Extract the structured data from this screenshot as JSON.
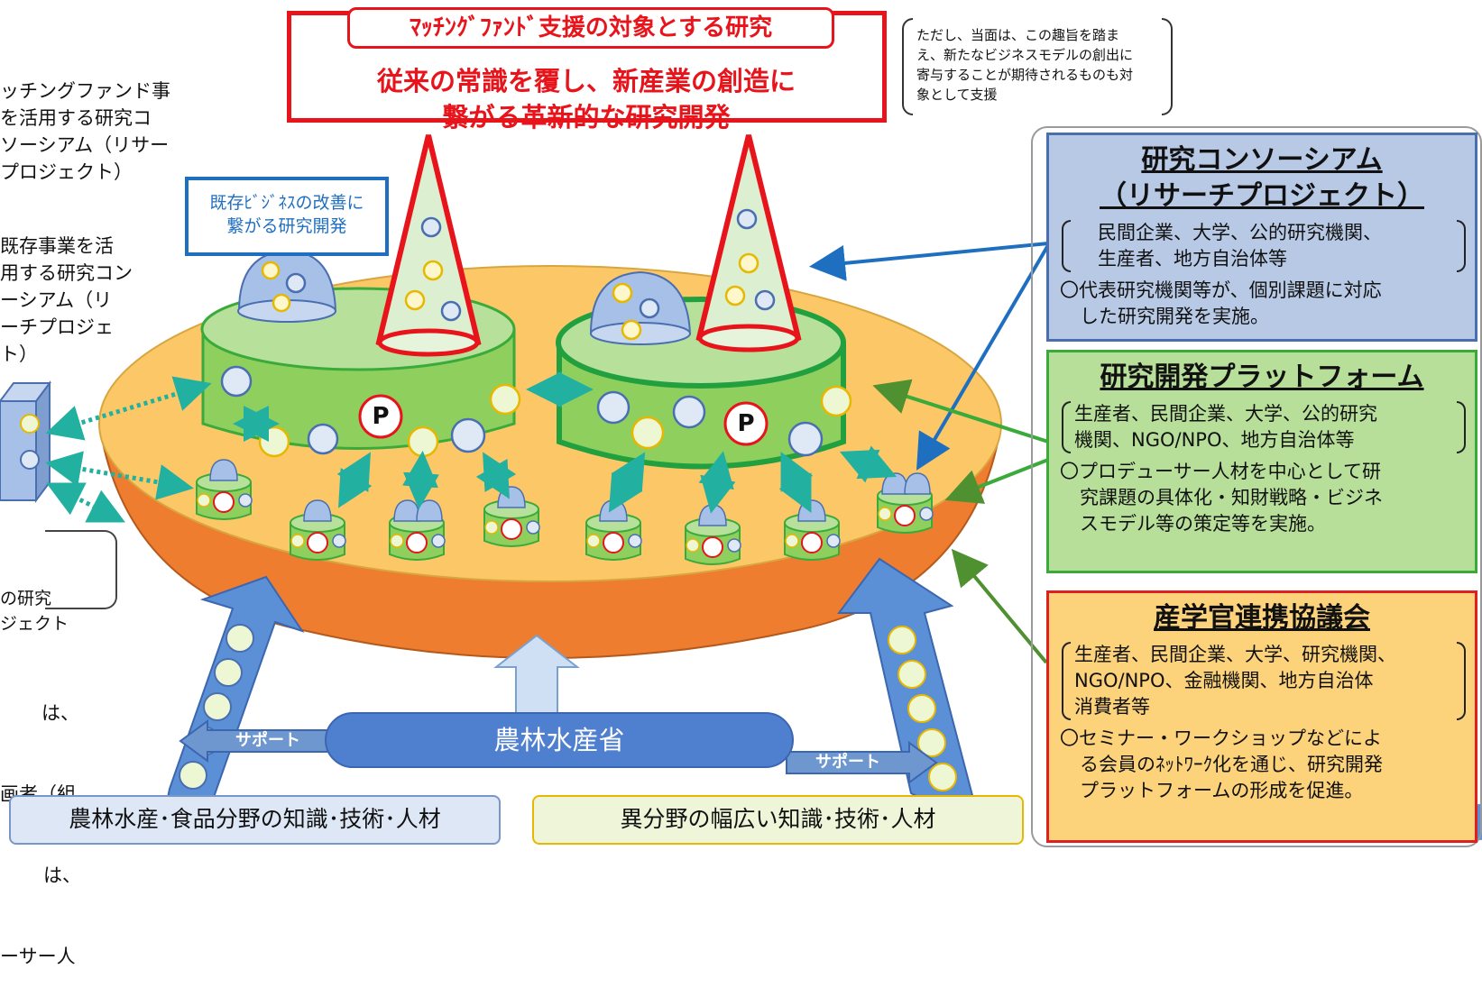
{
  "left_panel": {
    "block1": [
      "ッチングファンド事",
      "を活用する研究コ",
      "ソーシアム（リサー",
      "プロジェクト）"
    ],
    "block2": [
      "既存事業を活",
      "用する研究コン",
      "ーシアム（リ",
      "ーチプロジェ",
      "ト）"
    ],
    "block3": [
      "の研究",
      "ジェクト"
    ],
    "block4": [
      "は、",
      "画者（組",
      "は、",
      "ーサー人"
    ]
  },
  "title": {
    "tab": "ﾏｯﾁﾝｸﾞﾌｧﾝﾄﾞ支援の対象とする研究",
    "line1": "従来の常識を覆し、新産業の創造に",
    "line2": "繋がる革新的な研究開発"
  },
  "note": [
    "ただし、当面は、この趣旨を踏ま",
    "え、新たなビジネスモデルの創出に",
    "寄与することが期待されるものも対",
    "象として支援"
  ],
  "blue_label": [
    "既存ﾋﾞｼﾞﾈｽの改善に",
    "繋がる研究開発"
  ],
  "right_boxes": {
    "consortium": {
      "title1": "研究コンソーシアム",
      "title2": "（リサーチプロジェクト）",
      "members": [
        "民間企業、大学、公的研究機関、",
        "生産者、地方自治体等"
      ],
      "desc": [
        "〇代表研究機関等が、個別課題に対応",
        "した研究開発を実施。"
      ]
    },
    "platform": {
      "title": "研究開発プラットフォーム",
      "members": [
        "生産者、民間企業、大学、公的研究",
        "機関、NGO/NPO、地方自治体等"
      ],
      "desc": [
        "〇プロデューサー人材を中心として研",
        "究課題の具体化・知財戦略・ビジネ",
        "スモデル等の策定等を実施。"
      ]
    },
    "council": {
      "title": "産学官連携協議会",
      "members": [
        "生産者、民間企業、大学、研究機関、",
        "NGO/NPO、金融機関、地方自治体",
        "消費者等"
      ],
      "desc": [
        "〇セミナー・ワークショップなどによ",
        "る会員のﾈｯﾄﾜｰｸ化を通じ、研究開発",
        "プラットフォームの形成を促進。"
      ]
    }
  },
  "center": {
    "ministry": "農林水産省",
    "support_left": "サポート",
    "support_right": "サポート",
    "p_mark": "P"
  },
  "bottom": {
    "left": "農林水産･食品分野の知識･技術･人材",
    "right": "異分野の幅広い知識･技術･人材"
  },
  "colors": {
    "red": "#e8141b",
    "blue": "#1f6fc0",
    "green": "#3aaa3a",
    "orange_bowl": "#ee7d30",
    "bowl_top": "#fcc766",
    "cyl": "#9bd46a"
  }
}
